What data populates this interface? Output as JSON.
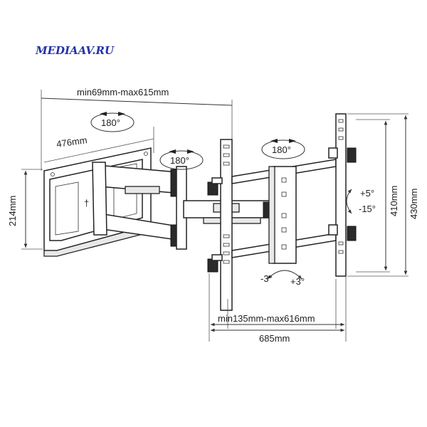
{
  "watermark": "MEDIAAV.RU",
  "dimensions": {
    "arm_reach": "min69mm-max615mm",
    "wall_plate_width": "476mm",
    "wall_plate_height": "214mm",
    "tv_plate_inner_height": "410mm",
    "tv_plate_outer_height": "430mm",
    "tv_plate_spacing": "min135mm-max616mm",
    "tv_plate_width": "685mm"
  },
  "rotations": {
    "swivel_wall": "180°",
    "swivel_elbow": "180°",
    "swivel_head": "180°"
  },
  "tilt": {
    "up": "+5°",
    "down": "-15°"
  },
  "level": {
    "left": "-3°",
    "right": "+3°"
  },
  "colors": {
    "watermark": "#2233a8",
    "line": "#222222"
  }
}
